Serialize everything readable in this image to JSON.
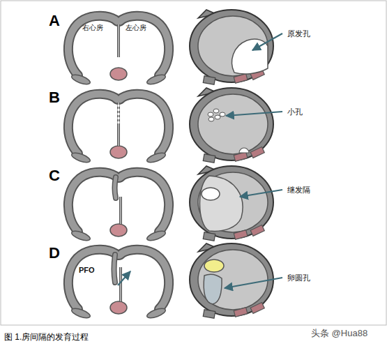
{
  "diagram": {
    "caption": "图 1.房间隔的发育过程",
    "labels": [
      "A",
      "右心房",
      "左心房",
      "原发孔",
      "B",
      "小孔",
      "C",
      "继发隔",
      "D",
      "PFO",
      "卵圆孔",
      "头条 @Hua88"
    ]
  }
}
